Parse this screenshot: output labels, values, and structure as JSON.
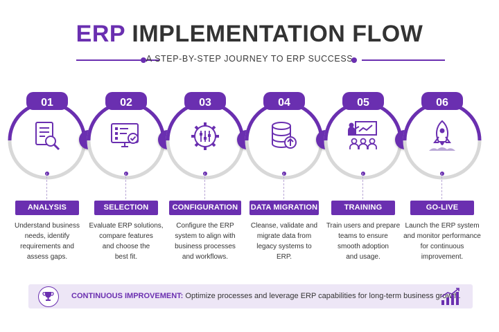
{
  "header": {
    "title_accent": "ERP",
    "title_rest": "IMPLEMENTATION FLOW",
    "subtitle": "A STEP-BY-STEP JOURNEY TO ERP SUCCESS"
  },
  "colors": {
    "accent": "#6a2fb0",
    "ring_gray": "#d8d8d8",
    "banner_bg": "#ede6f6",
    "text": "#333333"
  },
  "steps": [
    {
      "number": "01",
      "label": "ANALYSIS",
      "icon": "document-search-icon",
      "desc": [
        "Understand business",
        "needs, identify",
        "requirements and",
        "assess gaps."
      ]
    },
    {
      "number": "02",
      "label": "SELECTION",
      "icon": "checklist-monitor-icon",
      "desc": [
        "Evaluate ERP solutions,",
        "compare features",
        "and choose the",
        "best fit."
      ]
    },
    {
      "number": "03",
      "label": "CONFIGURATION",
      "icon": "gear-sliders-icon",
      "desc": [
        "Configure the ERP",
        "system to align with",
        "business processes",
        "and workflows."
      ]
    },
    {
      "number": "04",
      "label": "DATA MIGRATION",
      "icon": "database-upload-icon",
      "desc": [
        "Cleanse, validate and",
        "migrate data from",
        "legacy systems to",
        "ERP."
      ]
    },
    {
      "number": "05",
      "label": "TRAINING",
      "icon": "presentation-team-icon",
      "desc": [
        "Train users and prepare",
        "teams to ensure",
        "smooth adoption",
        "and usage."
      ]
    },
    {
      "number": "06",
      "label": "GO-LIVE",
      "icon": "rocket-icon",
      "desc": [
        "Launch the ERP system",
        "and monitor performance",
        "for continuous",
        "improvement."
      ]
    }
  ],
  "banner": {
    "label": "CONTINUOUS IMPROVEMENT:",
    "text": "Optimize processes and leverage ERP capabilities for long-term business growth.",
    "left_icon": "trophy-icon",
    "right_icon": "growth-chart-icon"
  }
}
